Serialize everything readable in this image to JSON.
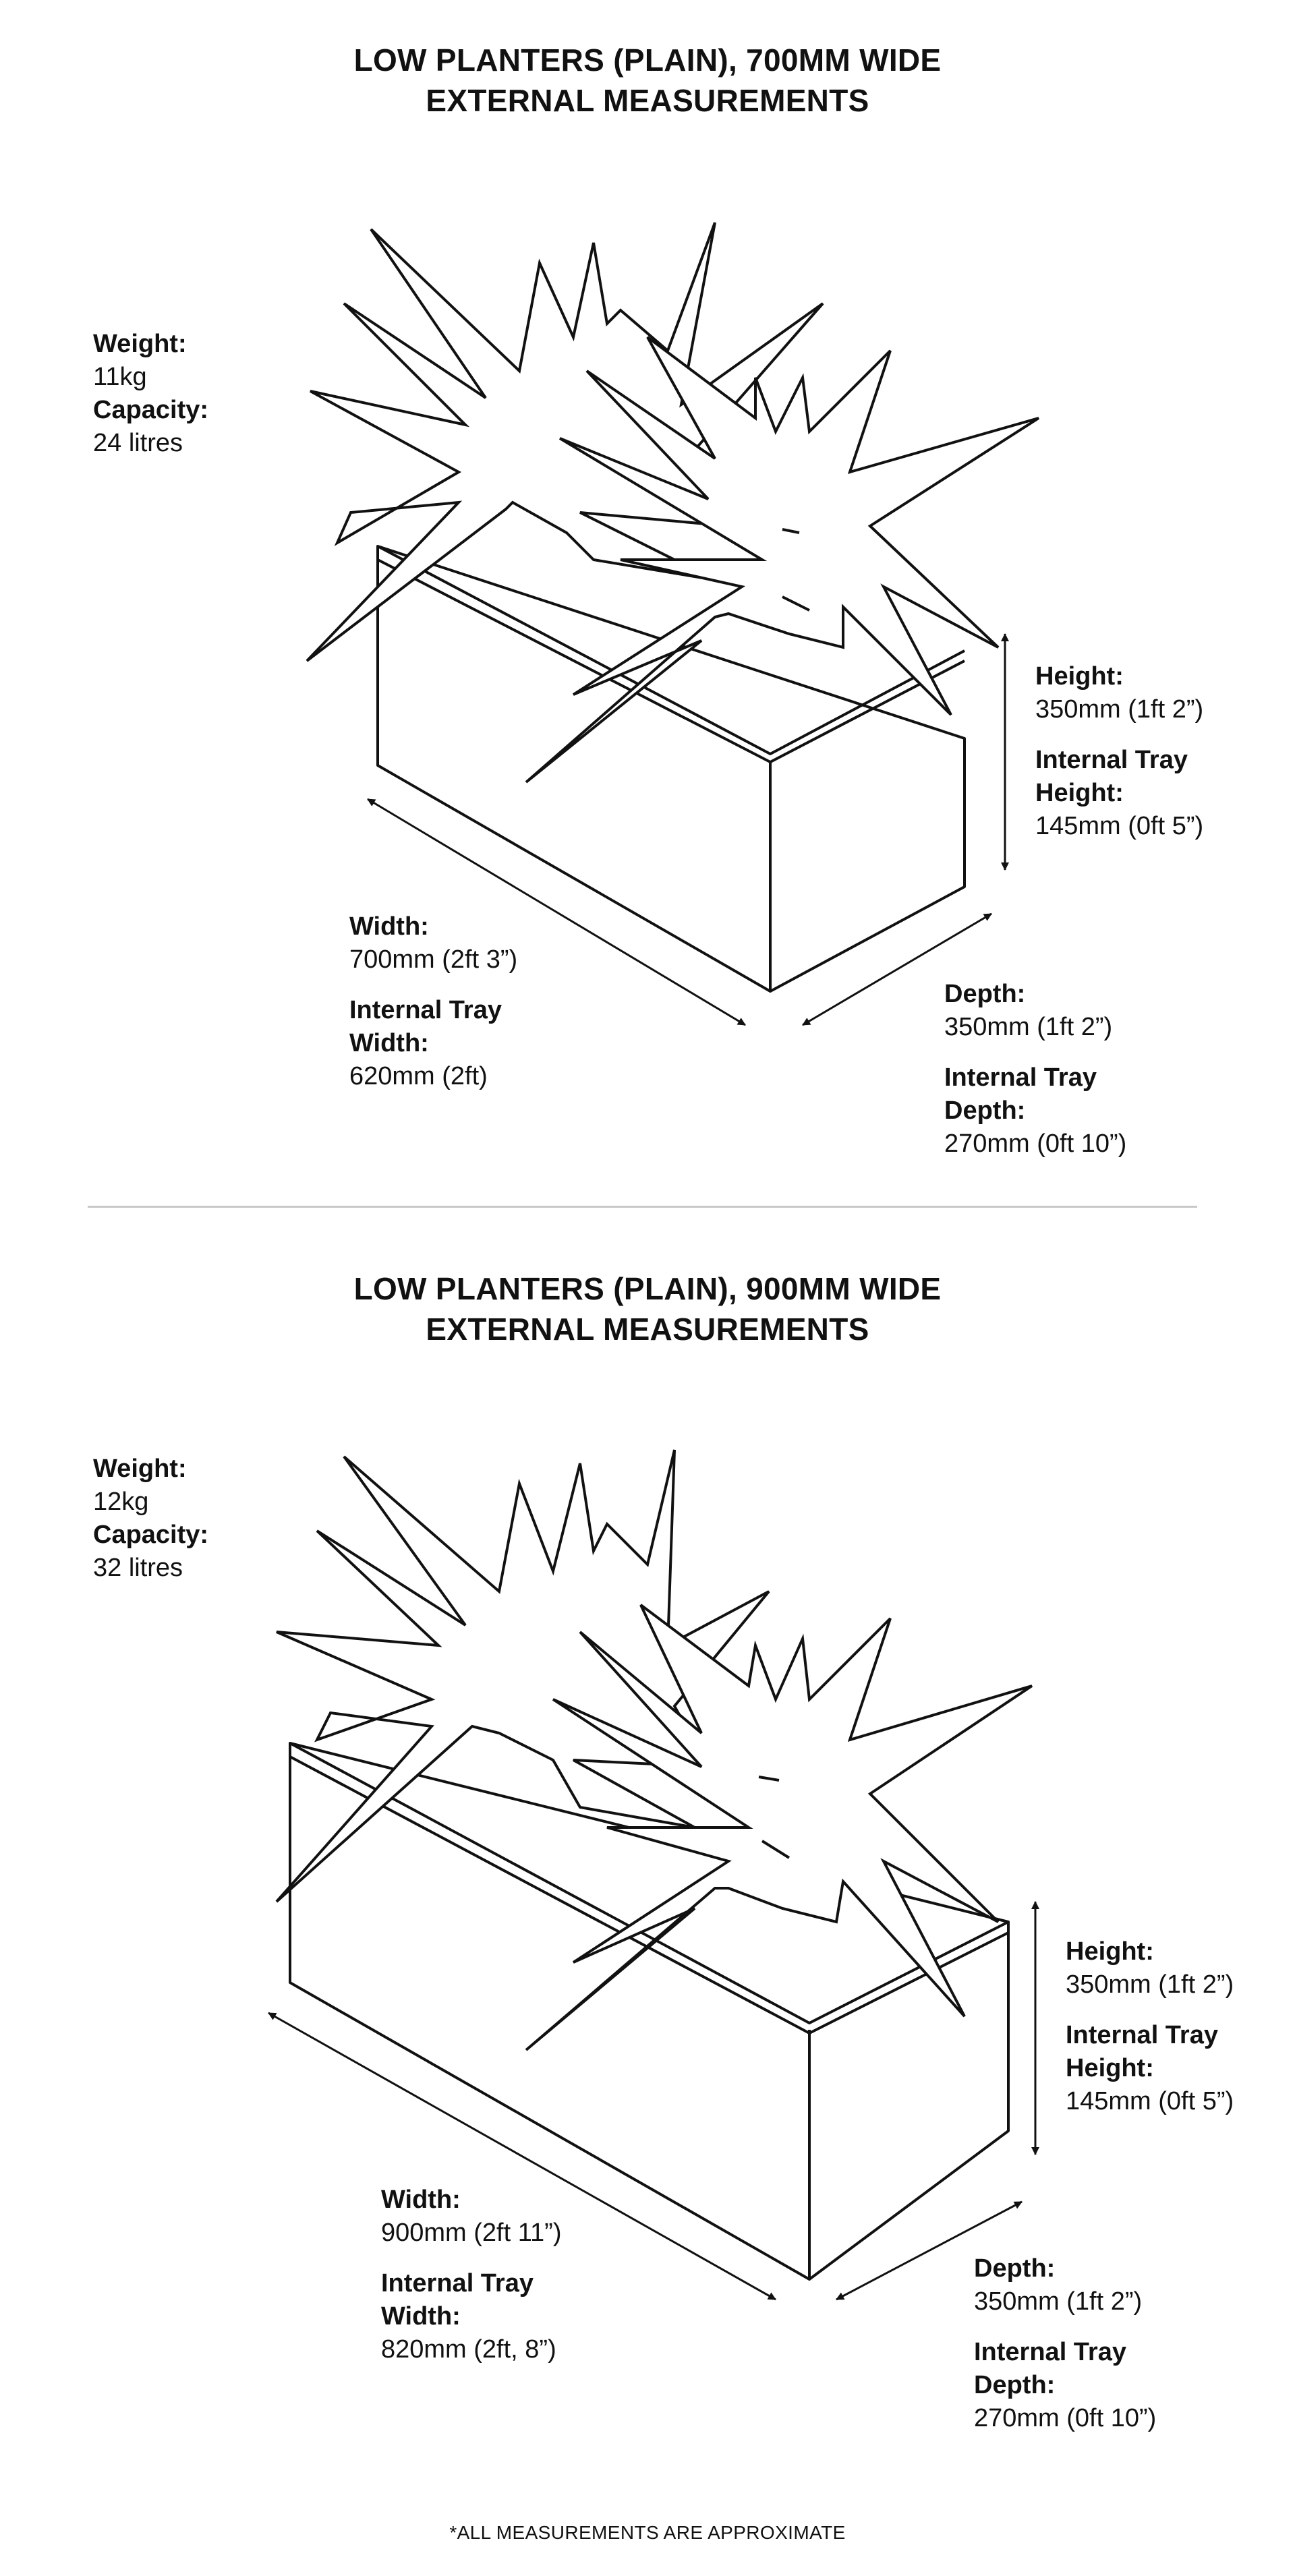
{
  "section1": {
    "title_line1": "LOW PLANTERS (PLAIN), 700MM WIDE",
    "title_line2": "EXTERNAL MEASUREMENTS",
    "weight_label": "Weight:",
    "weight_value": "11kg",
    "capacity_label": "Capacity:",
    "capacity_value": "24 litres",
    "height_label": "Height:",
    "height_value": "350mm (1ft 2”)",
    "tray_height_label_1": "Internal Tray",
    "tray_height_label_2": "Height:",
    "tray_height_value": "145mm (0ft 5”)",
    "width_label": "Width:",
    "width_value": "700mm (2ft 3”)",
    "tray_width_label_1": "Internal Tray",
    "tray_width_label_2": "Width:",
    "tray_width_value": "620mm (2ft)",
    "depth_label": "Depth:",
    "depth_value": "350mm (1ft 2”)",
    "tray_depth_label_1": "Internal Tray",
    "tray_depth_label_2": "Depth:",
    "tray_depth_value": "270mm (0ft 10”)"
  },
  "section2": {
    "title_line1": "LOW PLANTERS (PLAIN), 900MM WIDE",
    "title_line2": "EXTERNAL MEASUREMENTS",
    "weight_label": "Weight:",
    "weight_value": "12kg",
    "capacity_label": "Capacity:",
    "capacity_value": "32 litres",
    "height_label": "Height:",
    "height_value": "350mm (1ft 2”)",
    "tray_height_label_1": "Internal Tray",
    "tray_height_label_2": "Height:",
    "tray_height_value": "145mm (0ft 5”)",
    "width_label": "Width:",
    "width_value": "900mm (2ft 11”)",
    "tray_width_label_1": "Internal Tray",
    "tray_width_label_2": "Width:",
    "tray_width_value": "820mm (2ft, 8”)",
    "depth_label": "Depth:",
    "depth_value": "350mm (1ft 2”)",
    "tray_depth_label_1": "Internal Tray",
    "tray_depth_label_2": "Depth:",
    "tray_depth_value": "270mm (0ft 10”)"
  },
  "footnote": "*ALL MEASUREMENTS ARE APPROXIMATE",
  "colors": {
    "ink": "#111111",
    "divider": "#c8c8c8",
    "background": "#ffffff"
  },
  "icons": [
    "planter-box-drawing",
    "grass-plant-drawing",
    "dimension-arrow"
  ]
}
